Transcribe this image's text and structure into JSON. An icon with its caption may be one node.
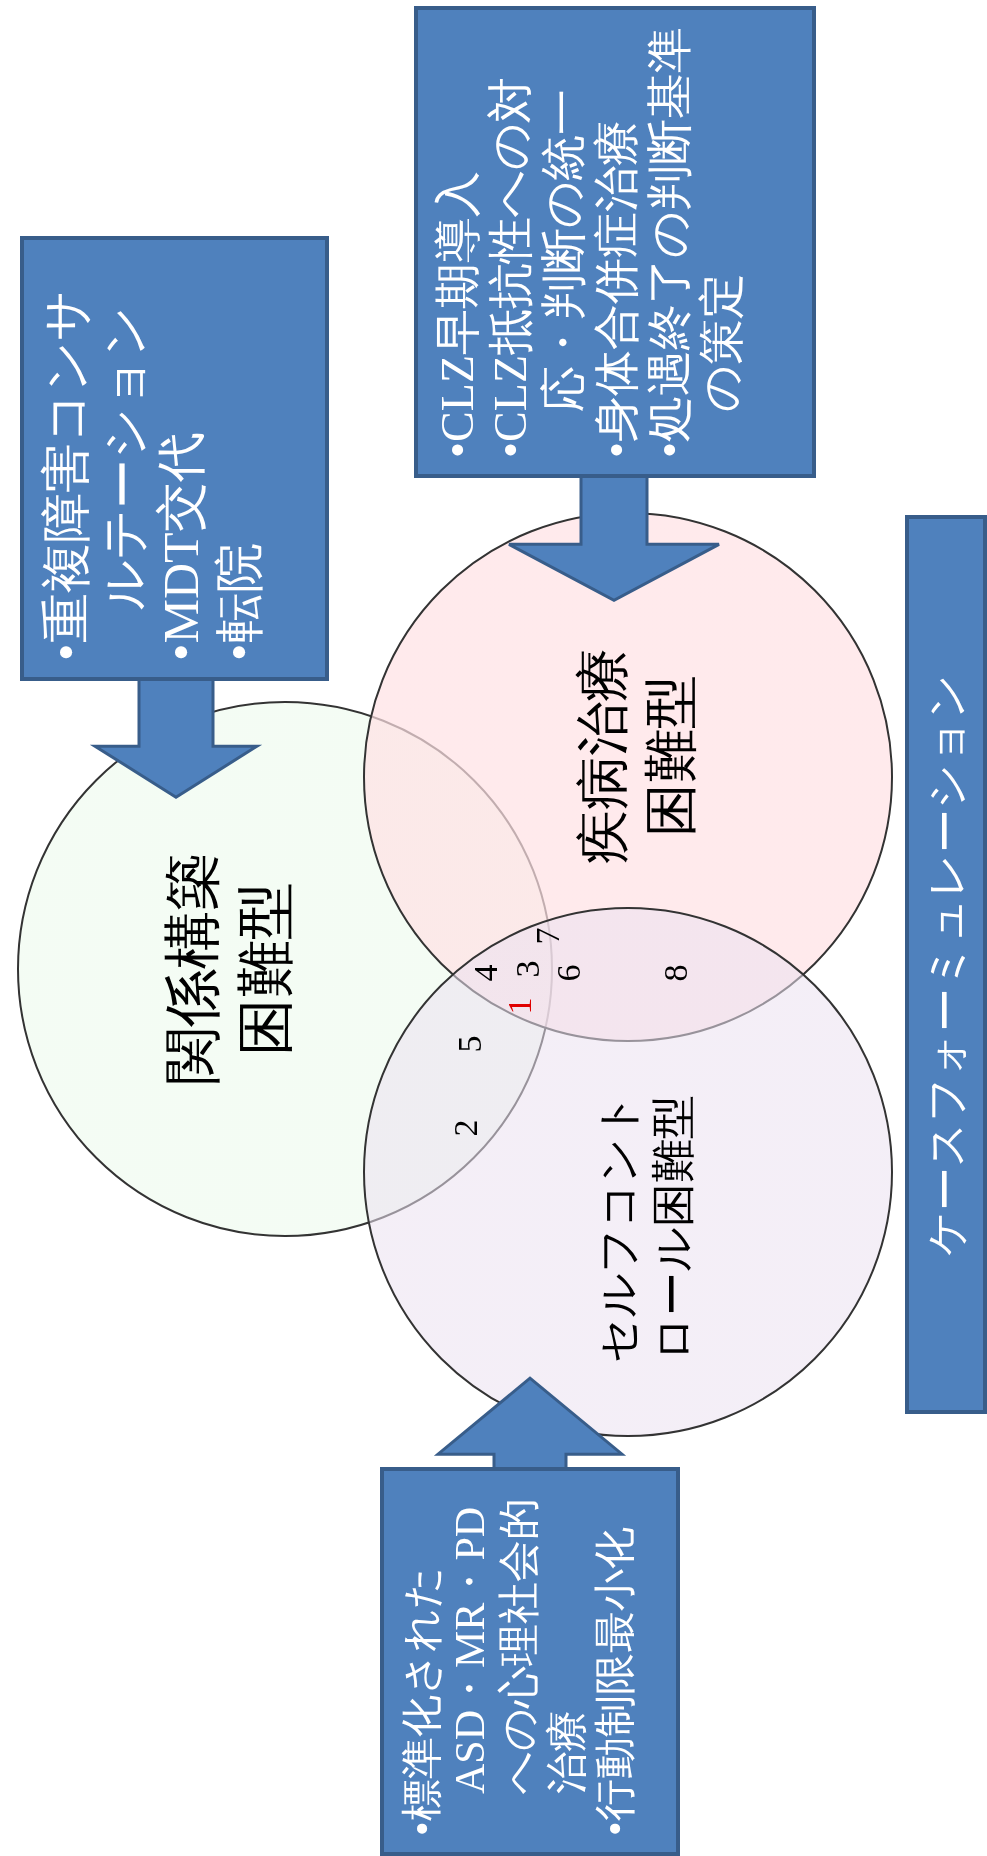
{
  "diagram": {
    "nodes": [
      {
        "text": [
          "関係構築困難型"
        ]
      },
      {
        "text": [
          "疾病治療困難型"
        ]
      },
      {
        "text": [
          "セルフコントロール困難型"
        ]
      },
      {
        "text": [
          "•重複障害コンサルテーション",
          "•MDT交代",
          "•転院"
        ]
      },
      {
        "text": [
          "•CLZ早期導入",
          "•CLZ抵抗性への対応・判断の統一",
          "•身体合併症治療",
          "•処遇終了の判断基準の策定"
        ]
      },
      {
        "text": [
          "•標準化されたASD・MR・PDへの心理社会的治療",
          "•行動制限最小化"
        ]
      },
      {
        "text": [
          "ケースフォーミュレーション"
        ]
      }
    ],
    "edges": [
      {
        "from": 3,
        "to": 0,
        "arrow": "to"
      },
      {
        "from": 4,
        "to": 1,
        "arrow": "to"
      },
      {
        "from": 5,
        "to": 2,
        "arrow": "to"
      }
    ],
    "labels": [
      "7",
      "4",
      "3",
      "6",
      "1",
      "8",
      "5",
      "2"
    ]
  }
}
